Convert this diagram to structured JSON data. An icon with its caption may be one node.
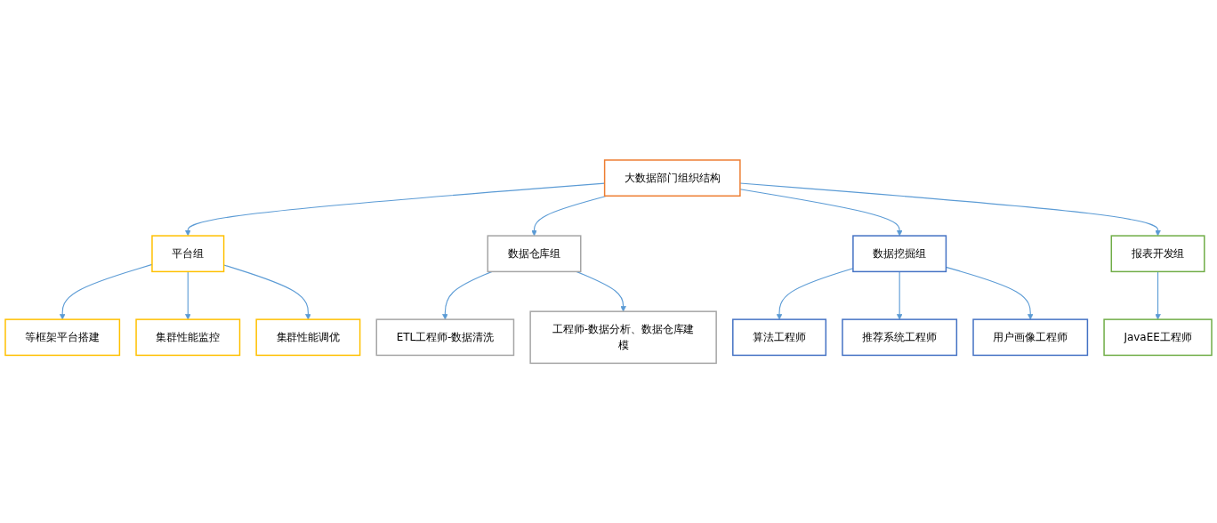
{
  "diagram": {
    "nodes": [
      {
        "text": [
          "大数据部门组织结构"
        ]
      },
      {
        "text": [
          "平台组"
        ]
      },
      {
        "text": [
          "等框架平台搭建"
        ]
      },
      {
        "text": [
          "集群性能监控"
        ]
      },
      {
        "text": [
          "集群性能调优"
        ]
      },
      {
        "text": [
          "数据仓库组"
        ]
      },
      {
        "text": [
          "ETL工程师-数据清洗"
        ]
      },
      {
        "text": [
          "工程师-数据分析、数据仓库建模"
        ]
      },
      {
        "text": [
          "数据挖掘组"
        ]
      },
      {
        "text": [
          "算法工程师"
        ]
      },
      {
        "text": [
          "推荐系统工程师"
        ]
      },
      {
        "text": [
          "用户画像工程师"
        ]
      },
      {
        "text": [
          "报表开发组"
        ]
      },
      {
        "text": [
          "JavaEE工程师"
        ]
      }
    ],
    "edges": [
      {
        "from": 0,
        "to": 1,
        "arrow": "to"
      },
      {
        "from": 0,
        "to": 5,
        "arrow": "to"
      },
      {
        "from": 0,
        "to": 8,
        "arrow": "to"
      },
      {
        "from": 0,
        "to": 12,
        "arrow": "to"
      },
      {
        "from": 1,
        "to": 2,
        "arrow": "to"
      },
      {
        "from": 1,
        "to": 3,
        "arrow": "to"
      },
      {
        "from": 1,
        "to": 4,
        "arrow": "to"
      },
      {
        "from": 5,
        "to": 6,
        "arrow": "to"
      },
      {
        "from": 5,
        "to": 7,
        "arrow": "to"
      },
      {
        "from": 8,
        "to": 9,
        "arrow": "to"
      },
      {
        "from": 8,
        "to": 10,
        "arrow": "to"
      },
      {
        "from": 8,
        "to": 11,
        "arrow": "to"
      },
      {
        "from": 12,
        "to": 13,
        "arrow": "to"
      }
    ]
  }
}
